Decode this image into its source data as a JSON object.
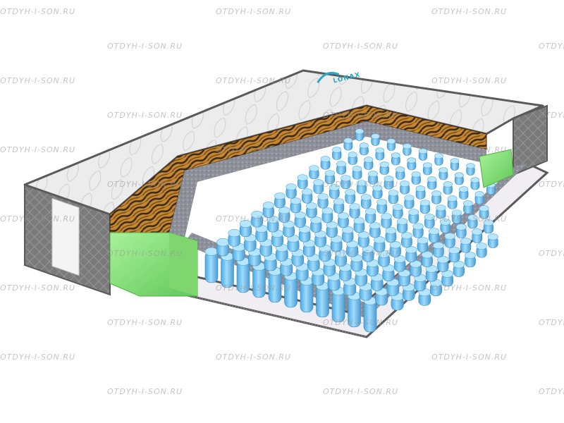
{
  "image": {
    "subject": "pocket-spring-mattress-cutaway",
    "watermark_text": "OTDYH-I-SON.RU",
    "brand_logo_text": "LONAX",
    "colors": {
      "background": "#ffffff",
      "quilted_top": "#ececec",
      "side_fabric": "#7a7a7a",
      "piping": "#5a5a5a",
      "springs": "#7cc6ef",
      "foam_edge": "#8fe37c",
      "coconut_layer": "#c9882f",
      "felt_layer": "#8d8f99",
      "logo_accent": "#2aa7c9"
    }
  }
}
